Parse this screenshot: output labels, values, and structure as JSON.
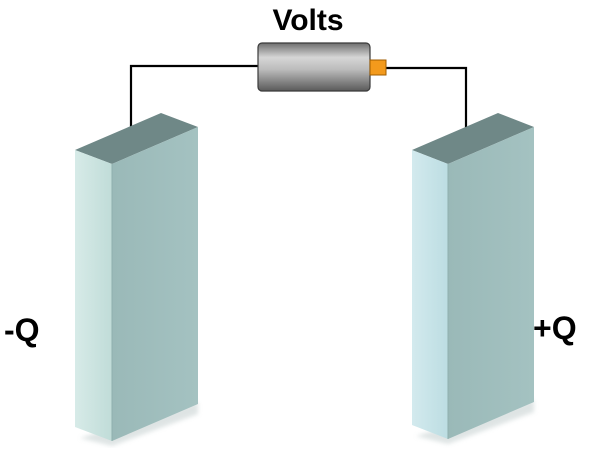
{
  "labels": {
    "voltage": "Volts",
    "left_plate_charge": "-Q",
    "right_plate_charge": "+Q"
  },
  "colors": {
    "wire": "#000000",
    "plate_front": "#c7e0dd",
    "plate_side": "#9fbcbc",
    "plate_top": "#6f8887",
    "battery_terminal": "#f39a1c"
  }
}
